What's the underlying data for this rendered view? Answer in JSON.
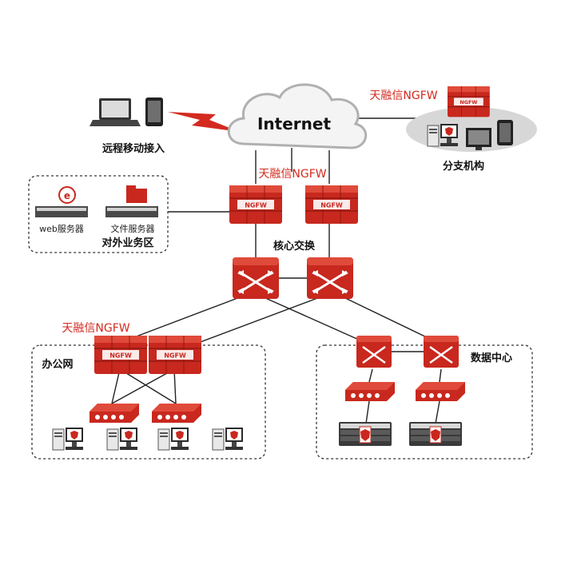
{
  "colors": {
    "accent_red": "#d42a1f",
    "device_red": "#c8281e",
    "device_dark": "#8f1a14",
    "line": "#222222"
  },
  "internet": {
    "label": "Internet"
  },
  "remote": {
    "label": "远程移动接入"
  },
  "branch": {
    "ngfw_label": "天融信NGFW",
    "label": "分支机构"
  },
  "core": {
    "ngfw_label": "天融信NGFW",
    "switch_label": "核心交换",
    "ngfw_badge": "NGFW"
  },
  "dmz": {
    "web_label": "web服务器",
    "file_label": "文件服务器",
    "zone_label": "对外业务区"
  },
  "office": {
    "ngfw_label": "天融信NGFW",
    "zone_label": "办公网",
    "ngfw_badge": "NGFW"
  },
  "datacenter": {
    "zone_label": "数据中心"
  },
  "icons": [
    "cloud-icon",
    "laptop-icon",
    "tablet-icon",
    "lightning-link-icon",
    "firewall-icon",
    "switch-icon",
    "router-icon",
    "server-rack-icon",
    "workstation-icon",
    "web-server-icon",
    "file-server-icon"
  ]
}
